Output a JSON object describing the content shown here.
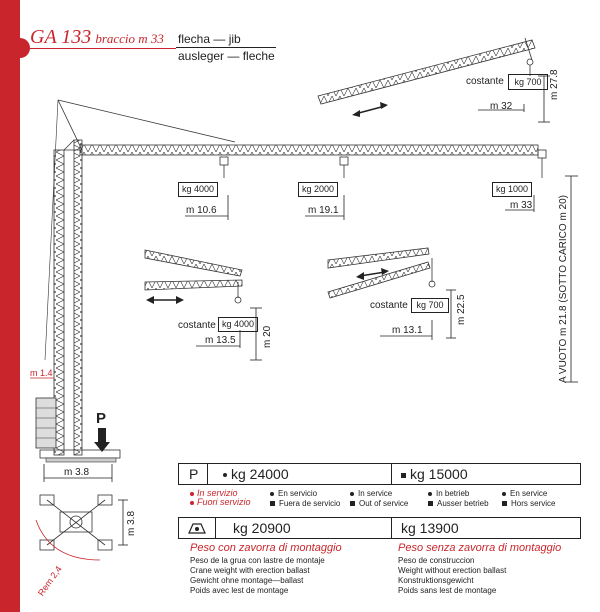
{
  "header": {
    "model": "GA 133",
    "jib_label": "braccio m 33",
    "translation_line1": "flecha — jib",
    "translation_line2": "ausleger — fleche"
  },
  "diagram": {
    "top_jib": {
      "constant_label": "costante",
      "load": "kg 700",
      "reach": "m 32",
      "height": "m 27.8"
    },
    "main_loads": [
      {
        "load": "kg 4000",
        "reach": "m 10.6"
      },
      {
        "load": "kg 2000",
        "reach": "m 19.1"
      },
      {
        "load": "kg 1000",
        "reach": "m 33"
      }
    ],
    "side_text": "A VUOTO m 21.8 (SOTTO CARICO m 20)",
    "left_config": {
      "constant_label": "costante",
      "load": "kg 4000",
      "reach": "m 13.5",
      "height": "m 20"
    },
    "right_config": {
      "constant_label": "costante",
      "load": "kg 700",
      "reach": "m 13.1",
      "height": "m 22.5"
    },
    "mast_offset": "m 1.4",
    "force_label": "P",
    "base_width": "m 3.8",
    "base_depth": "m 3.8",
    "rem_label": "Rem 2,4"
  },
  "spec": {
    "p_label": "P",
    "p_in_service": "kg 24000",
    "p_out_service": "kg 15000",
    "in_service_labels": [
      "In servizio",
      "En servicio",
      "In service",
      "In betrieb",
      "En service"
    ],
    "out_service_labels": [
      "Fuori servizio",
      "Fuera de servicio",
      "Out of service",
      "Ausser betrieb",
      "Hors service"
    ],
    "weight_with_ballast": "kg 20900",
    "weight_without_ballast": "kg 13900",
    "with_ballast_title": "Peso con zavorra di montaggio",
    "with_ballast_lines": [
      "Peso de la grua con lastre de montaje",
      "Crane weight with erection ballast",
      "Gewicht ohne montage—ballast",
      "Poids avec lest de montage"
    ],
    "without_ballast_title": "Peso senza zavorra di montaggio",
    "without_ballast_lines": [
      "Peso de construccion",
      "Weight without erection ballast",
      "Konstruktionsgewicht",
      "Poids sans lest de montage"
    ]
  },
  "colors": {
    "accent": "#c8262c",
    "ink": "#222222"
  }
}
